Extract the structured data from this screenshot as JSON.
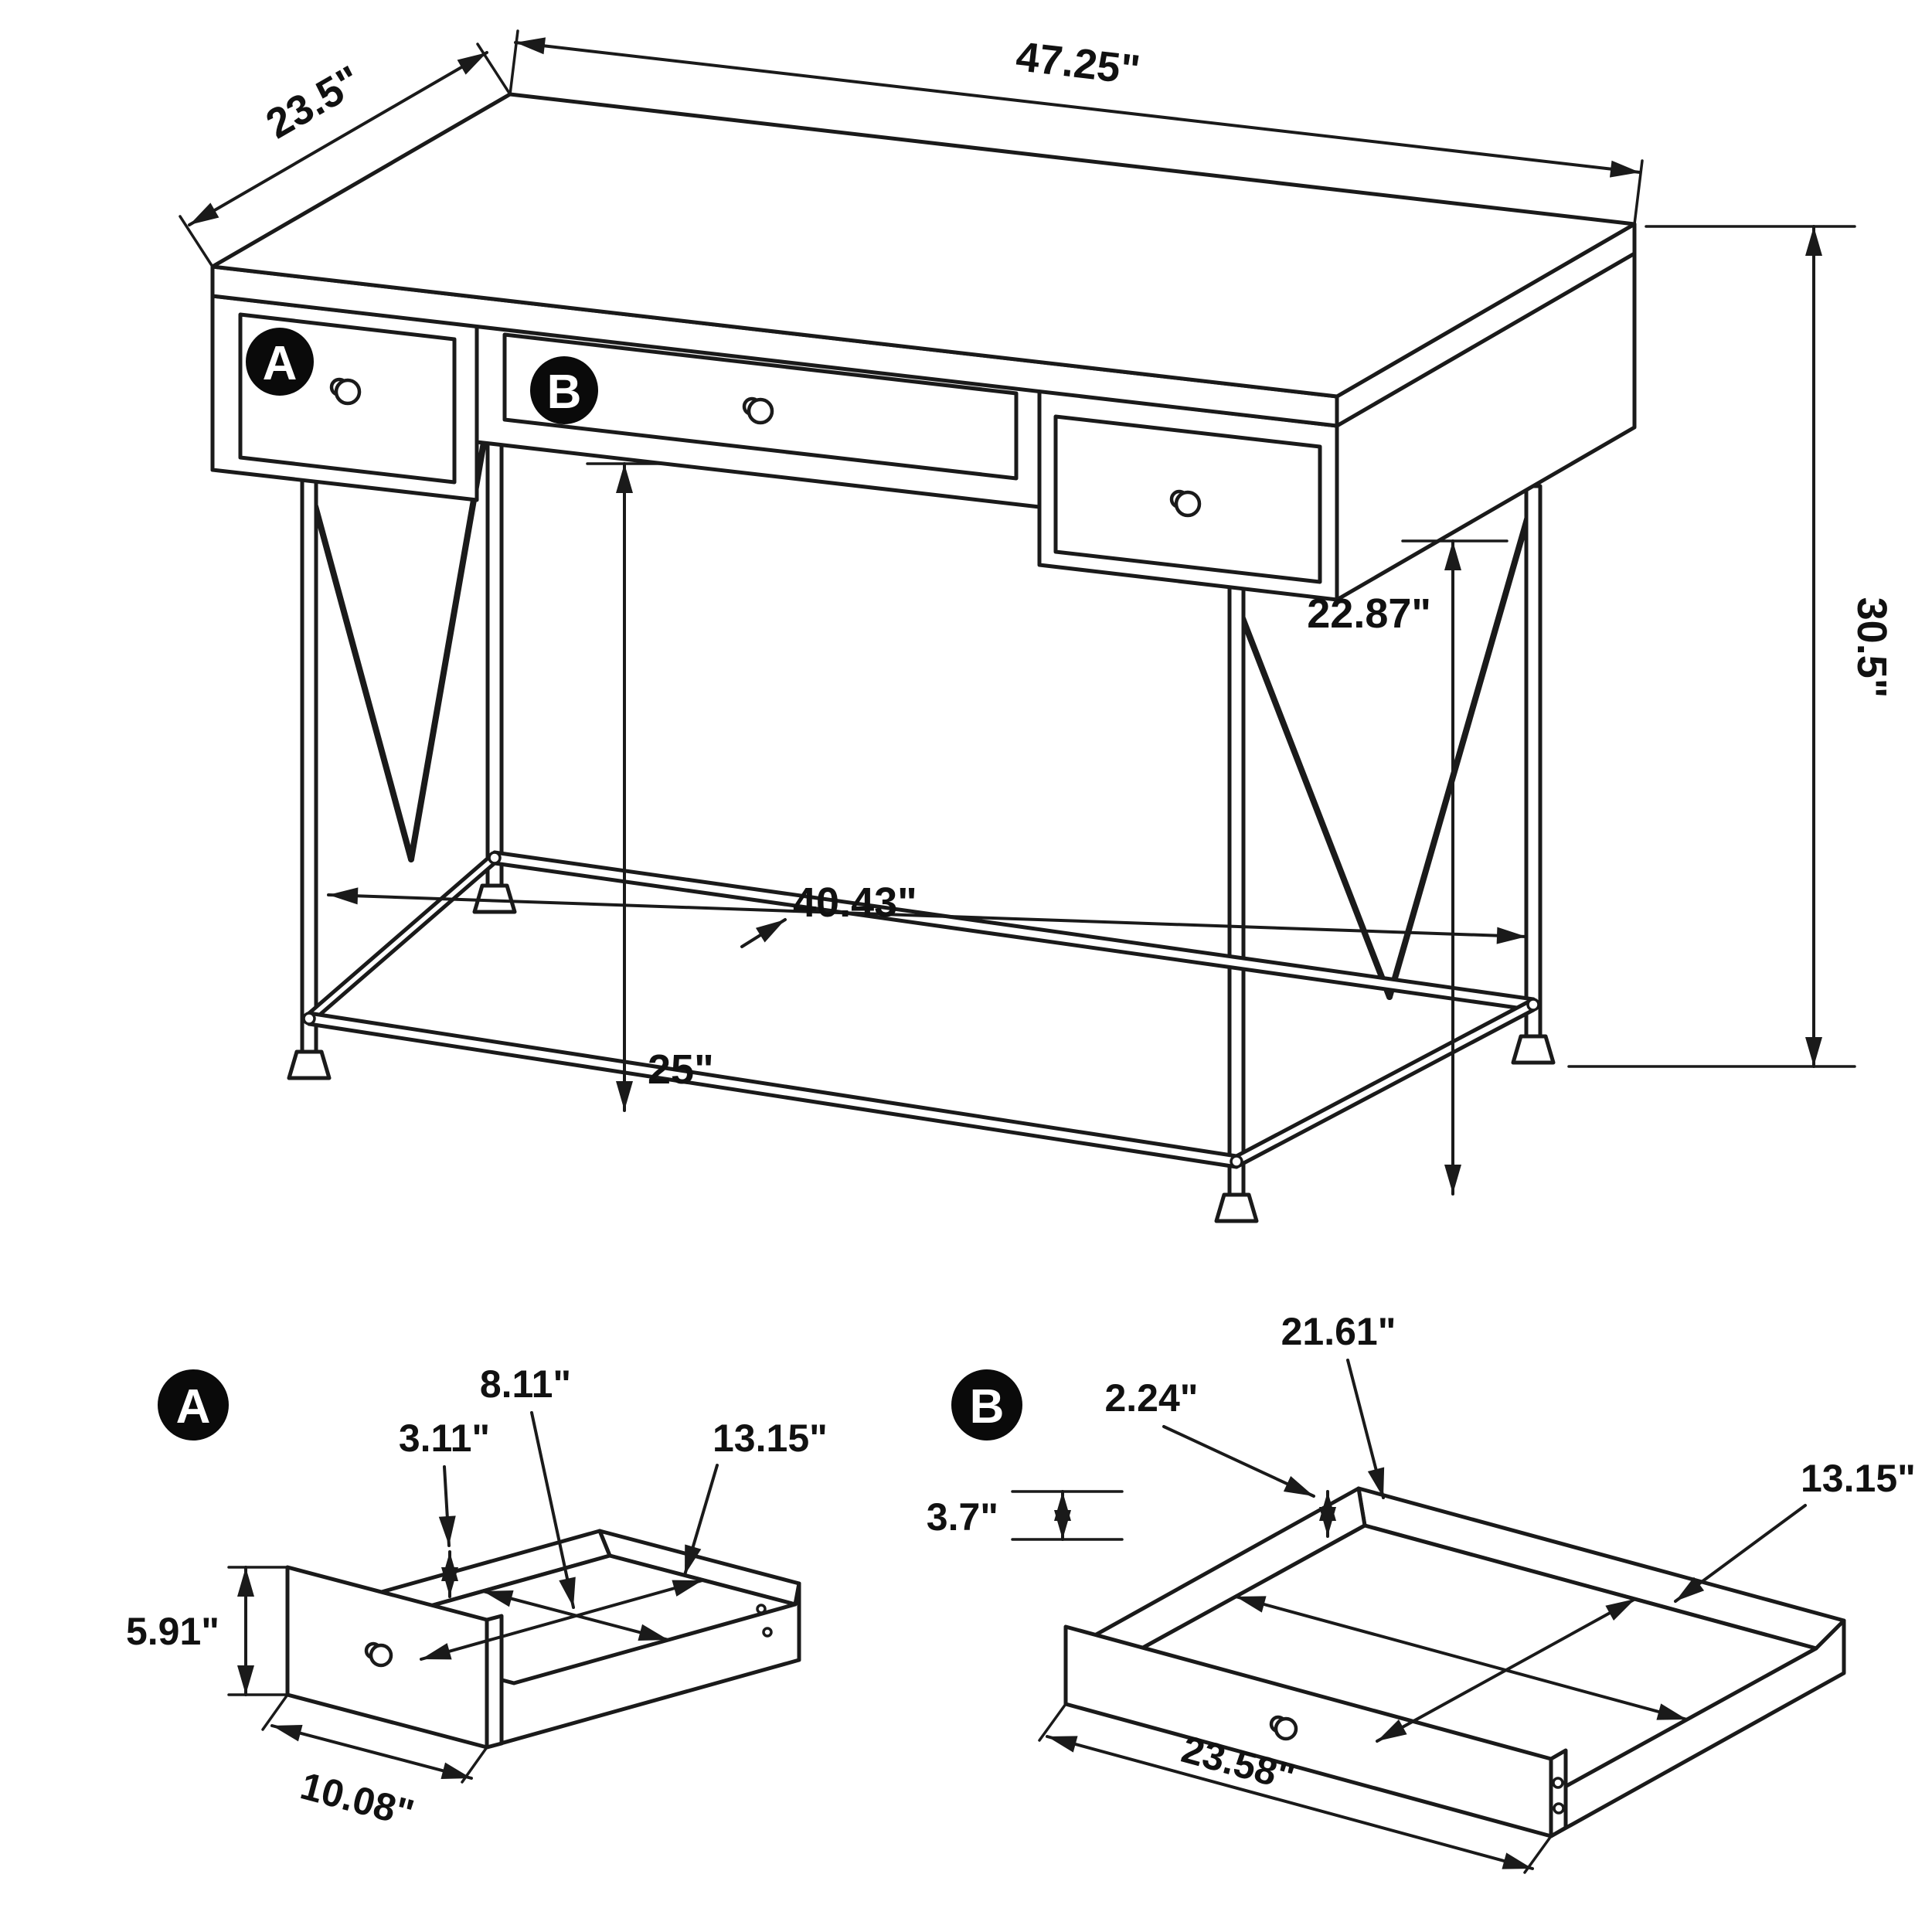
{
  "colors": {
    "line": "#1a1a1a",
    "background": "#ffffff",
    "badge_fill": "#0a0a0a",
    "badge_text": "#ffffff"
  },
  "main_view": {
    "callout_a": "A",
    "callout_b": "B",
    "dimensions": {
      "depth": "23.5\"",
      "width": "47.25\"",
      "height": "30.5\"",
      "underside_to_floor_right": "22.87\"",
      "knee_clearance": "25\"",
      "leg_span": "40.43\""
    }
  },
  "detail_a": {
    "callout": "A",
    "dimensions": {
      "inner_back_width": "8.11\"",
      "inner_height": "3.11\"",
      "inner_depth": "13.15\"",
      "front_height": "5.91\"",
      "front_width": "10.08\""
    }
  },
  "detail_b": {
    "callout": "B",
    "dimensions": {
      "inner_width": "21.61\"",
      "inner_height": "2.24\"",
      "inner_depth": "13.15\"",
      "side_height": "3.7\"",
      "front_width": "23.58\""
    }
  }
}
